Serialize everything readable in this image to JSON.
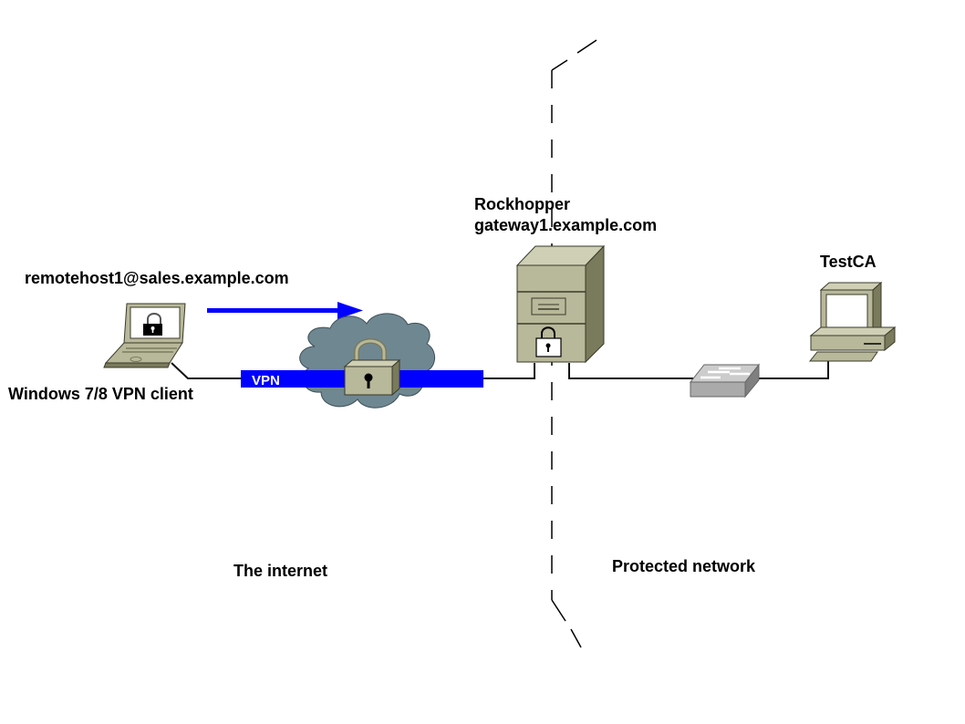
{
  "diagram": {
    "zones": {
      "left": "The internet",
      "right": "Protected network"
    },
    "nodes": {
      "client": {
        "name": "remotehost1@sales.example.com",
        "caption": "Windows 7/8 VPN client",
        "icon": "laptop-with-lock-icon"
      },
      "internet": {
        "icon": "cloud-with-lock-icon"
      },
      "gateway": {
        "name": "Rockhopper",
        "host": "gateway1.example.com",
        "icon": "server-with-lock-icon"
      },
      "switch": {
        "icon": "switch-icon"
      },
      "ca": {
        "name": "TestCA",
        "icon": "workstation-icon"
      }
    },
    "tunnel": {
      "label": "VPN",
      "color": "#0000ff",
      "direction": "client-to-gateway"
    },
    "colors": {
      "device_face": "#b8b89a",
      "device_side": "#7a7a5c",
      "cloud": "#6f8791",
      "switch": "#aaaaaa",
      "boundary": "#000000"
    }
  }
}
